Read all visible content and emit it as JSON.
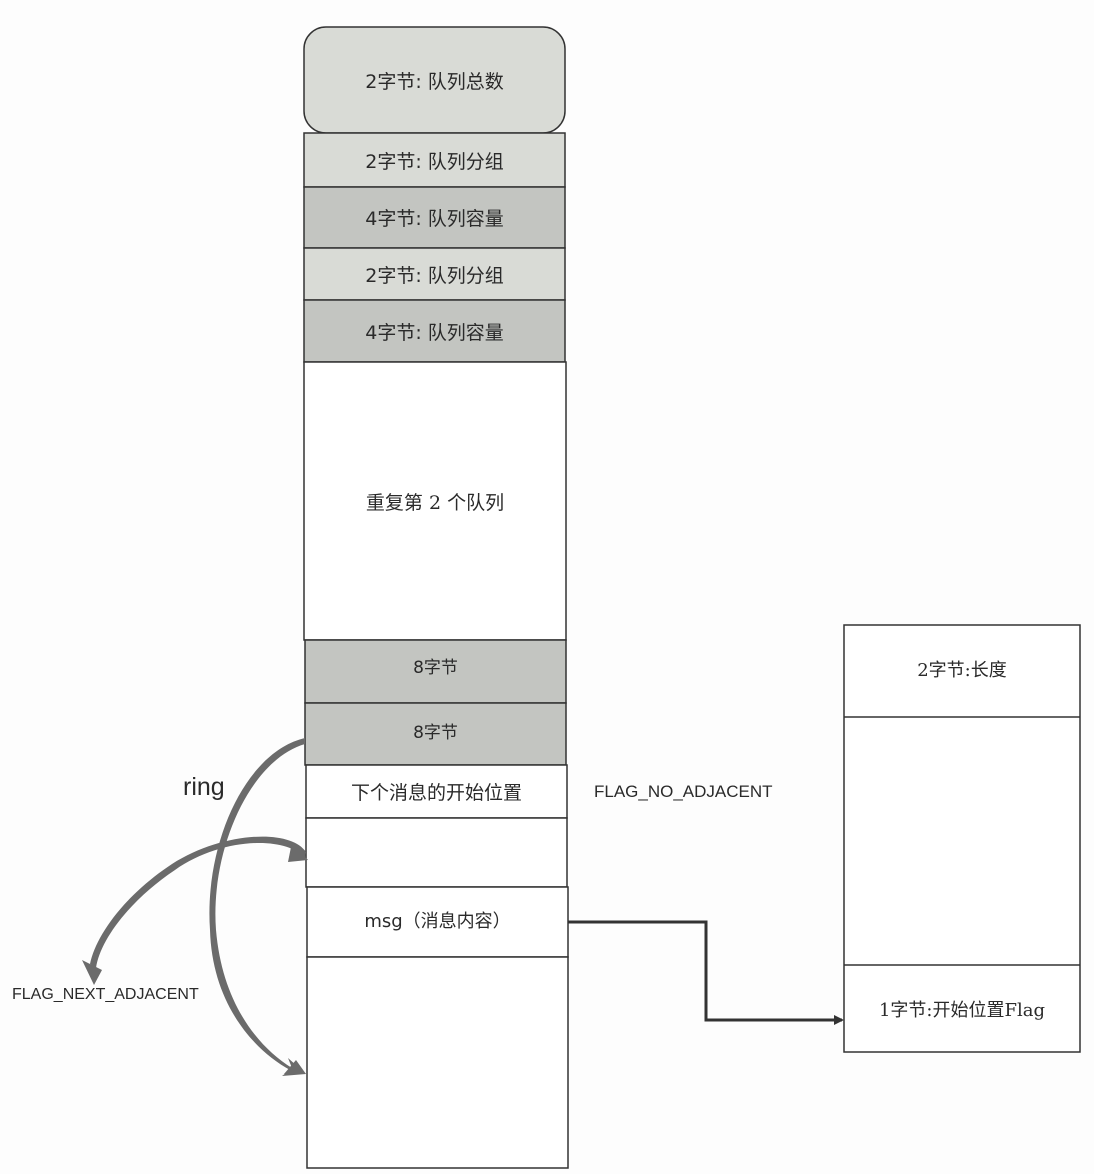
{
  "main_column": {
    "cells": [
      {
        "label": "2字节: 队列总数"
      },
      {
        "label": "2字节: 队列分组"
      },
      {
        "label": "4字节: 队列容量"
      },
      {
        "label": "2字节: 队列分组"
      },
      {
        "label": "4字节: 队列容量"
      },
      {
        "label": "重复第 2 个队列"
      },
      {
        "label": "8字节"
      },
      {
        "label": "8字节"
      },
      {
        "label": "下个消息的开始位置"
      },
      {
        "label": ""
      },
      {
        "label": "msg（消息内容）"
      },
      {
        "label": ""
      }
    ]
  },
  "message_box": {
    "cells": [
      {
        "label": "2字节:长度"
      },
      {
        "label": ""
      },
      {
        "label": "1字节:开始位置Flag"
      }
    ]
  },
  "annotations": {
    "ring": "ring",
    "flag_no_adjacent": "FLAG_NO_ADJACENT",
    "flag_next_adjacent": "FLAG_NEXT_ADJACENT"
  },
  "colors": {
    "light_gray": "#d9dbd6",
    "dark_gray": "#c3c5c1",
    "arrow": "#6b6b6b",
    "line": "#333333"
  }
}
